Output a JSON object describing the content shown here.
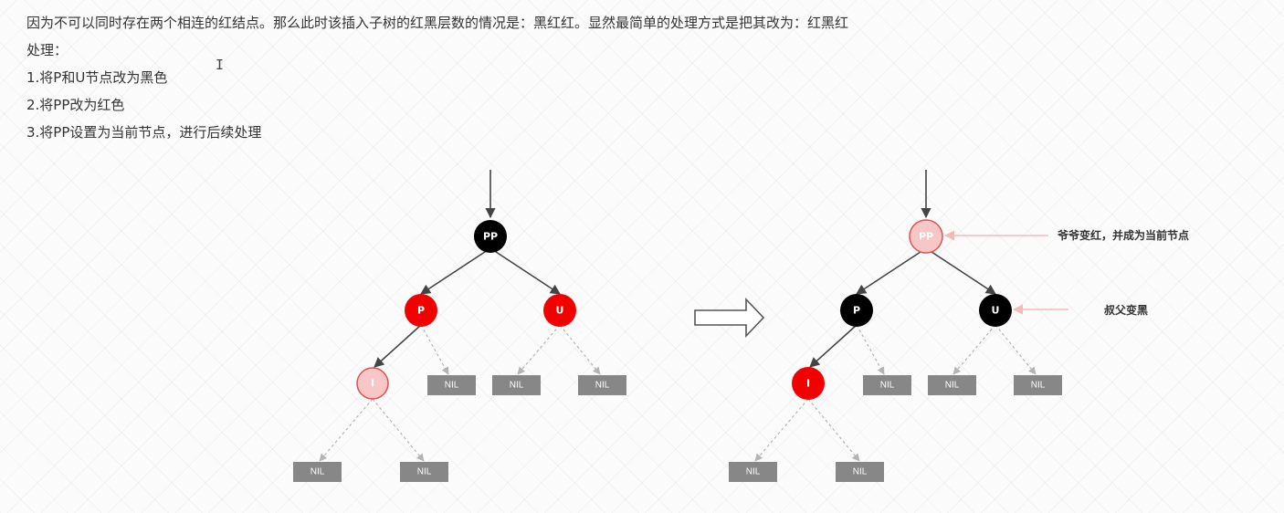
{
  "text": {
    "intro": "因为不可以同时存在两个相连的红结点。那么此时该插入子树的红黑层数的情况是：黑红红。显然最简单的处理方式是把其改为：红黑红",
    "heading": "处理：",
    "steps": [
      "1.将P和U节点改为黑色",
      "2.将PP改为红色",
      "3.将PP设置为当前节点，进行后续处理"
    ]
  },
  "colors": {
    "black": "#000000",
    "red": "#f20000",
    "pink_fill": "#f7c6c6",
    "pink_stroke": "#e05050",
    "nil_box": "#878787",
    "edge": "#444444",
    "nil_edge": "#b4b4b4",
    "annotation_arrow": "#f4b9b9"
  },
  "diagram": {
    "before": {
      "pp": "PP",
      "p": "P",
      "u": "U",
      "i": "I",
      "nil": "NIL"
    },
    "after": {
      "pp": "PP",
      "p": "P",
      "u": "U",
      "i": "I",
      "nil": "NIL",
      "annotation_pp": "爷爷变红，并成为当前节点",
      "annotation_u": "叔父变黑"
    }
  }
}
